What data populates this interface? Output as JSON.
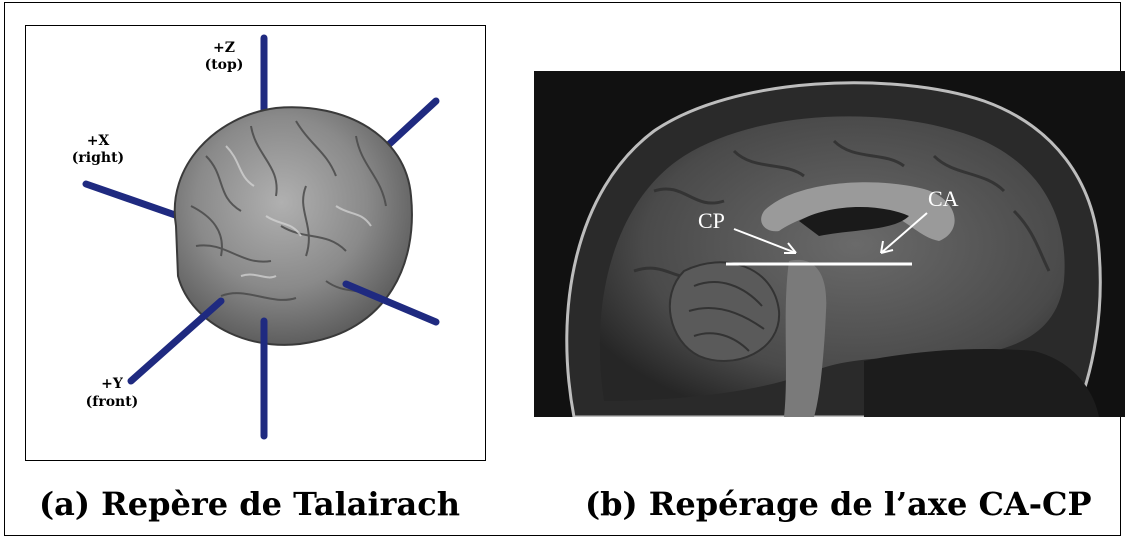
{
  "panel_a": {
    "labels": {
      "z_axis": "+Z",
      "z_note": "(top)",
      "x_axis": "+X",
      "x_note": "(right)",
      "y_axis": "+Y",
      "y_note": "(front)"
    },
    "caption": "(a) Repère de Talairach",
    "colors": {
      "axis": "#1f2a80",
      "brain": "#8a8a8a"
    }
  },
  "panel_b": {
    "labels": {
      "ca": "CA",
      "cp": "CP"
    },
    "caption": "(b) Repérage de l’axe CA-CP",
    "colors": {
      "line": "#ffffff",
      "background": "#111111"
    }
  }
}
